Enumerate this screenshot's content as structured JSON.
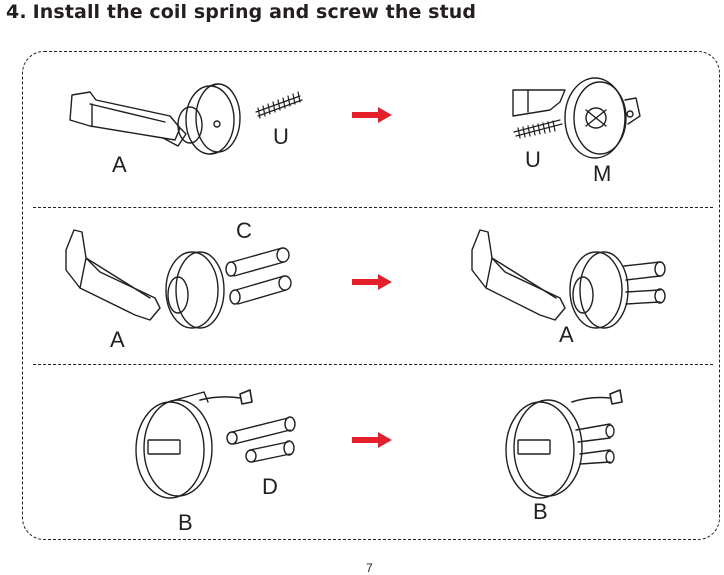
{
  "header": {
    "step_number": "4.",
    "title": "Install the coil spring and screw the stud"
  },
  "rows": [
    {
      "before_labels": [
        "A",
        "U"
      ],
      "after_labels": [
        "U",
        "M"
      ]
    },
    {
      "before_labels": [
        "C",
        "A"
      ],
      "after_labels": [
        "A"
      ]
    },
    {
      "before_labels": [
        "D",
        "B"
      ],
      "after_labels": [
        "B"
      ]
    }
  ],
  "page_number": "7",
  "colors": {
    "arrow": "#e4202a",
    "line": "#231f20"
  }
}
